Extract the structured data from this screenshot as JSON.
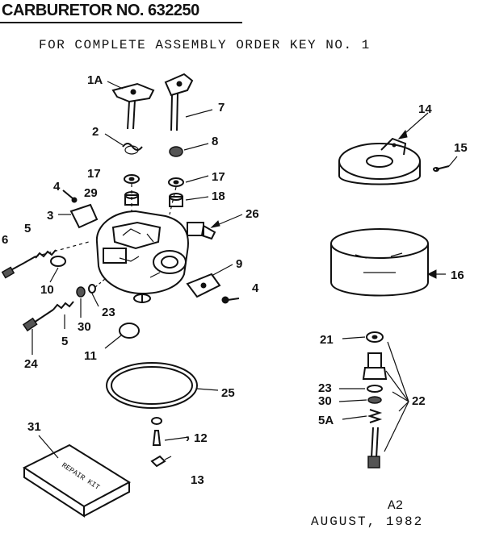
{
  "header": {
    "title": "CARBURETOR NO. 632250",
    "subtitle": "FOR COMPLETE ASSEMBLY ORDER KEY NO. 1"
  },
  "callouts": {
    "c1a": "1A",
    "c7": "7",
    "c2": "2",
    "c8": "8",
    "c17a": "17",
    "c17b": "17",
    "c4a": "4",
    "c29": "29",
    "c18": "18",
    "c3": "3",
    "c26": "26",
    "c5a": "5",
    "c6": "6",
    "c9": "9",
    "c10": "10",
    "c4b": "4",
    "c23a": "23",
    "c30a": "30",
    "c5b": "5",
    "c24": "24",
    "c11": "11",
    "c25": "25",
    "c31": "31",
    "c12": "12",
    "c13": "13",
    "c14": "14",
    "c15": "15",
    "c16": "16",
    "c21": "21",
    "c23b": "23",
    "c30b": "30",
    "c5c": "5A",
    "c22": "22"
  },
  "repair_kit_label": "REPAIR KIT",
  "footer": {
    "page_ref": "A2",
    "date": "AUGUST, 1982"
  }
}
